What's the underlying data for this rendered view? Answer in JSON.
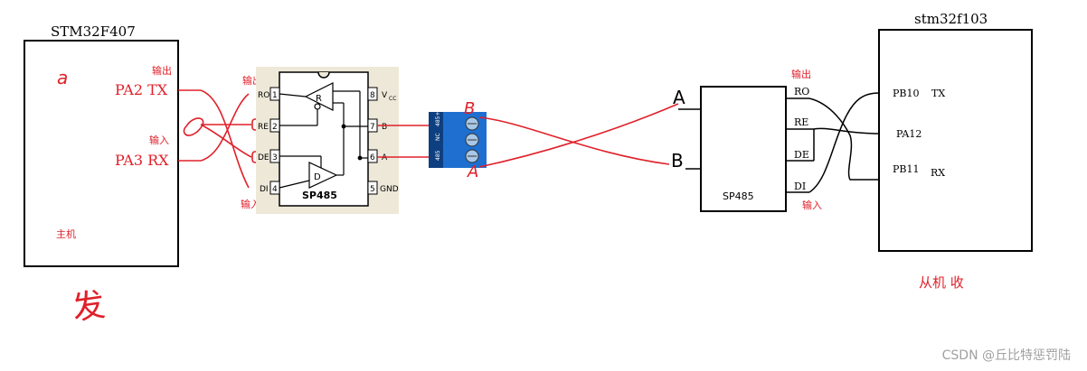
{
  "master": {
    "title": "STM32F407",
    "pin_tx": "PA2  TX",
    "pin_rx": "PA3  RX",
    "role": "主机",
    "annot_a": "a",
    "annot_send": "发"
  },
  "chip_left": {
    "name": "SP485",
    "pins_left": [
      {
        "num": "1",
        "label": "RO"
      },
      {
        "num": "2",
        "label": "RE"
      },
      {
        "num": "3",
        "label": "DE"
      },
      {
        "num": "4",
        "label": "DI"
      }
    ],
    "pins_right": [
      {
        "num": "8",
        "label": "V"
      },
      {
        "num": "7",
        "label": "B"
      },
      {
        "num": "6",
        "label": "A"
      },
      {
        "num": "5",
        "label": "GND"
      }
    ],
    "vcc_sub": "CC",
    "r_label": "R",
    "d_label": "D"
  },
  "terminal": {
    "labels": [
      "485",
      "NC",
      "485+"
    ]
  },
  "labels": {
    "output_tx": "输出",
    "input_rx": "输入",
    "output_ro": "输出",
    "input_di": "输入",
    "bus_b_mid": "B",
    "bus_a_mid": "A",
    "bus_a_right": "A",
    "bus_b_right": "B",
    "output_right": "输出",
    "input_right": "输入"
  },
  "chip_right": {
    "name": "SP485",
    "pins": [
      "RO",
      "RE",
      "DE",
      "DI"
    ]
  },
  "slave": {
    "title": "stm32f103",
    "pin_pb10": "PB10",
    "pin_tx": "TX",
    "pin_pa12": "PA12",
    "pin_pb11": "PB11",
    "pin_rx": "RX",
    "role": "从机  收"
  },
  "watermark": "CSDN @丘比特惩罚陆",
  "colors": {
    "red": "#e0202a",
    "black": "#000000",
    "chip_bg": "#ede8d8",
    "terminal_blue": "#1e6fd0"
  }
}
